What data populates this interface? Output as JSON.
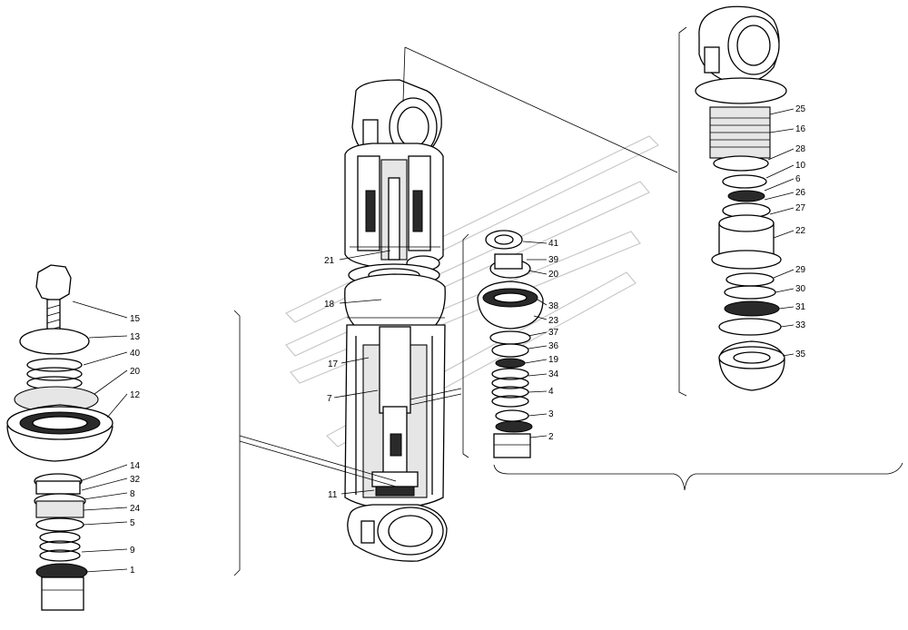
{
  "figure": {
    "background": "#ffffff",
    "line_color": "#000000",
    "watermark": "logo",
    "callouts": {
      "left_assembly": [
        "15",
        "13",
        "40",
        "20",
        "12",
        "14",
        "32",
        "8",
        "24",
        "5",
        "9",
        "1"
      ],
      "main_shock": [
        "21",
        "18",
        "17",
        "7",
        "11"
      ],
      "middle_assembly": [
        "41",
        "39",
        "20",
        "38",
        "23",
        "37",
        "36",
        "19",
        "34",
        "4",
        "3",
        "2"
      ],
      "right_assembly": [
        "25",
        "16",
        "28",
        "10",
        "6",
        "26",
        "27",
        "22",
        "29",
        "30",
        "31",
        "33",
        "35"
      ]
    }
  }
}
